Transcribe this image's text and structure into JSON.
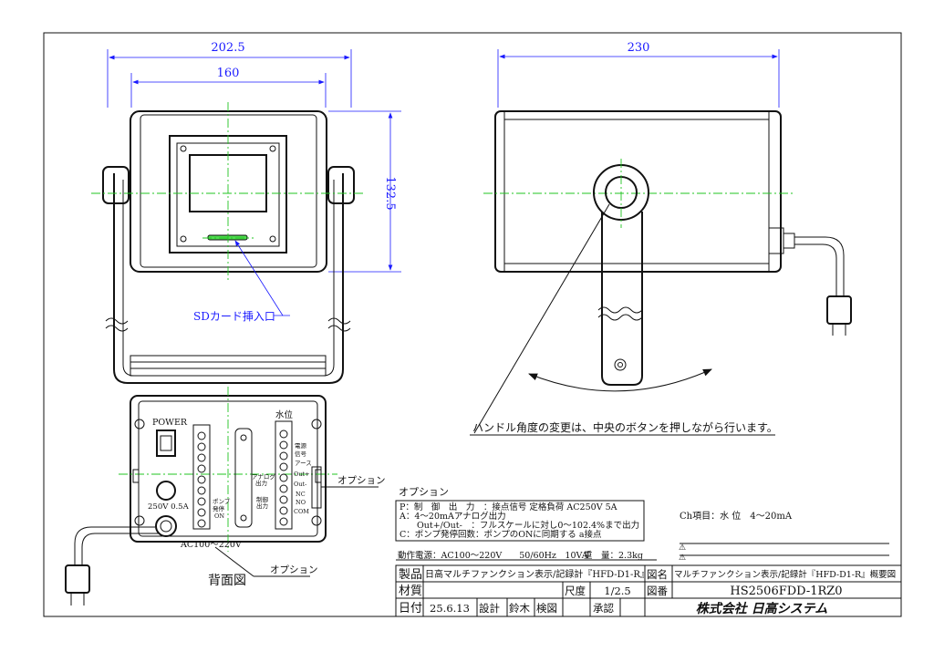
{
  "dimensions": {
    "front_overall_width": "202.5",
    "front_inner_width": "160",
    "front_height": "132.5",
    "side_width": "230"
  },
  "callouts": {
    "sd_card": "SDカード挿入口",
    "handle_note": "ハンドル角度の変更は、中央のボタンを押しながら行います。",
    "option_right": "オプション",
    "option_bottom": "オプション",
    "back_view_title": "背面図"
  },
  "back_panel": {
    "power_label": "POWER",
    "water_level": "水位",
    "fuse_label": "250V 0.5A",
    "pump_label": [
      "ポンプ",
      "発停",
      "ON"
    ],
    "analog_label": [
      "アナログ",
      "出力"
    ],
    "control_label": [
      "制御",
      "出力"
    ],
    "terminals": [
      "電源",
      "信号",
      "アース",
      "Out+",
      "Out-",
      "NC",
      "NO",
      "COM"
    ],
    "supply_label": "AC100～220V"
  },
  "options": {
    "title": "オプション",
    "lines": [
      "P：制　御　出　力　：接点信号 定格負荷 AC250V 5A",
      "A：4～20mAアナログ出力",
      "　　Out+/Out-　：フルスケールに対し0～102.4%まで出力",
      "C：ポンプ発停回数：ポンプのONに同期する a接点"
    ]
  },
  "ch_item": "Ch項目：水 位　4～20mA",
  "specs": {
    "power": "動作電源：AC100～220V　　50/60Hz　10VA",
    "weight": "重　量：2.3kg"
  },
  "revisions": [
    "⚠",
    "⚠"
  ],
  "title_block": {
    "product_label": "製品",
    "product_value": "日高マルチファンクション表示/記録計『HFD-D1-R』",
    "drawing_name_label": "図名",
    "drawing_name_value": "マルチファンクション表示/記録計『HFD-D1-R』概要図",
    "material_label": "材質",
    "scale_label": "尺度",
    "scale_value": "1/2.5",
    "drawing_no_label": "図番",
    "drawing_no_value": "HS2506FDD-1RZ0",
    "date_label": "日付",
    "date_value": "25.6.13",
    "design_label": "設計",
    "design_value": "鈴木",
    "check_label": "検図",
    "approve_label": "承認",
    "company": "株式会社 日高システム"
  }
}
